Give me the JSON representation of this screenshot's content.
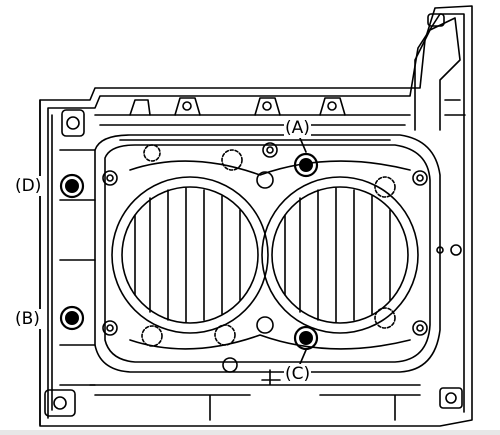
{
  "callouts": {
    "a": "(A)",
    "b": "(B)",
    "c": "(C)",
    "d": "(D)"
  },
  "colors": {
    "line": "#000000",
    "background": "#ffffff"
  }
}
